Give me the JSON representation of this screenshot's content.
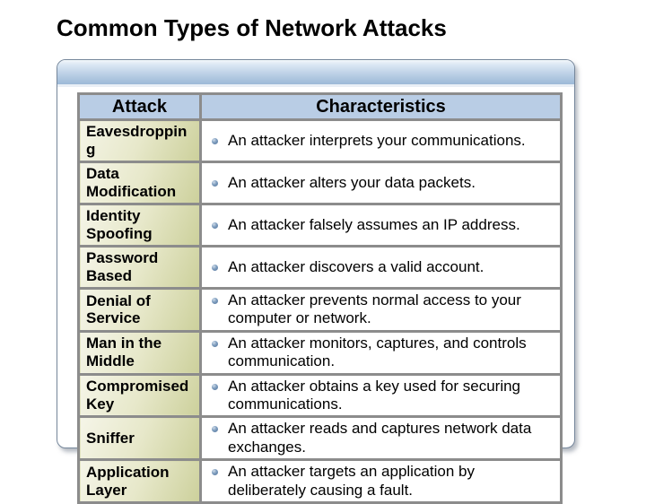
{
  "slide": {
    "title": "Common Types of Network Attacks"
  },
  "table": {
    "headers": {
      "attack": "Attack",
      "characteristics": "Characteristics"
    },
    "rows": [
      {
        "attack": "Eavesdropping",
        "characteristic": "An attacker interprets your communications."
      },
      {
        "attack": "Data Modification",
        "characteristic": "An attacker alters your data packets."
      },
      {
        "attack": "Identity Spoofing",
        "characteristic": "An attacker falsely assumes an IP address."
      },
      {
        "attack": "Password Based",
        "characteristic": "An attacker discovers a valid account."
      },
      {
        "attack": "Denial of Service",
        "characteristic": "An attacker prevents normal access to your computer or network."
      },
      {
        "attack": "Man in the Middle",
        "characteristic": "An attacker monitors, captures, and controls communication."
      },
      {
        "attack": "Compromised Key",
        "characteristic": "An attacker obtains a key used for securing communications."
      },
      {
        "attack": "Sniffer",
        "characteristic": "An attacker reads and captures network data exchanges."
      },
      {
        "attack": "Application Layer",
        "characteristic": "An attacker targets an application by deliberately causing a fault."
      }
    ]
  },
  "colors": {
    "title_text": "#000000",
    "header_row_bg": "#b9cde5",
    "attack_cell_gradient_light": "#f5f5e8",
    "attack_cell_gradient_dark": "#ccd09b",
    "table_border": "#8c8c8c",
    "bullet": "#7d9cbd",
    "panel_band_top": "#f3f7fb",
    "panel_band_bottom": "#9cb9d7",
    "panel_border": "#76879b",
    "background": "#ffffff"
  }
}
